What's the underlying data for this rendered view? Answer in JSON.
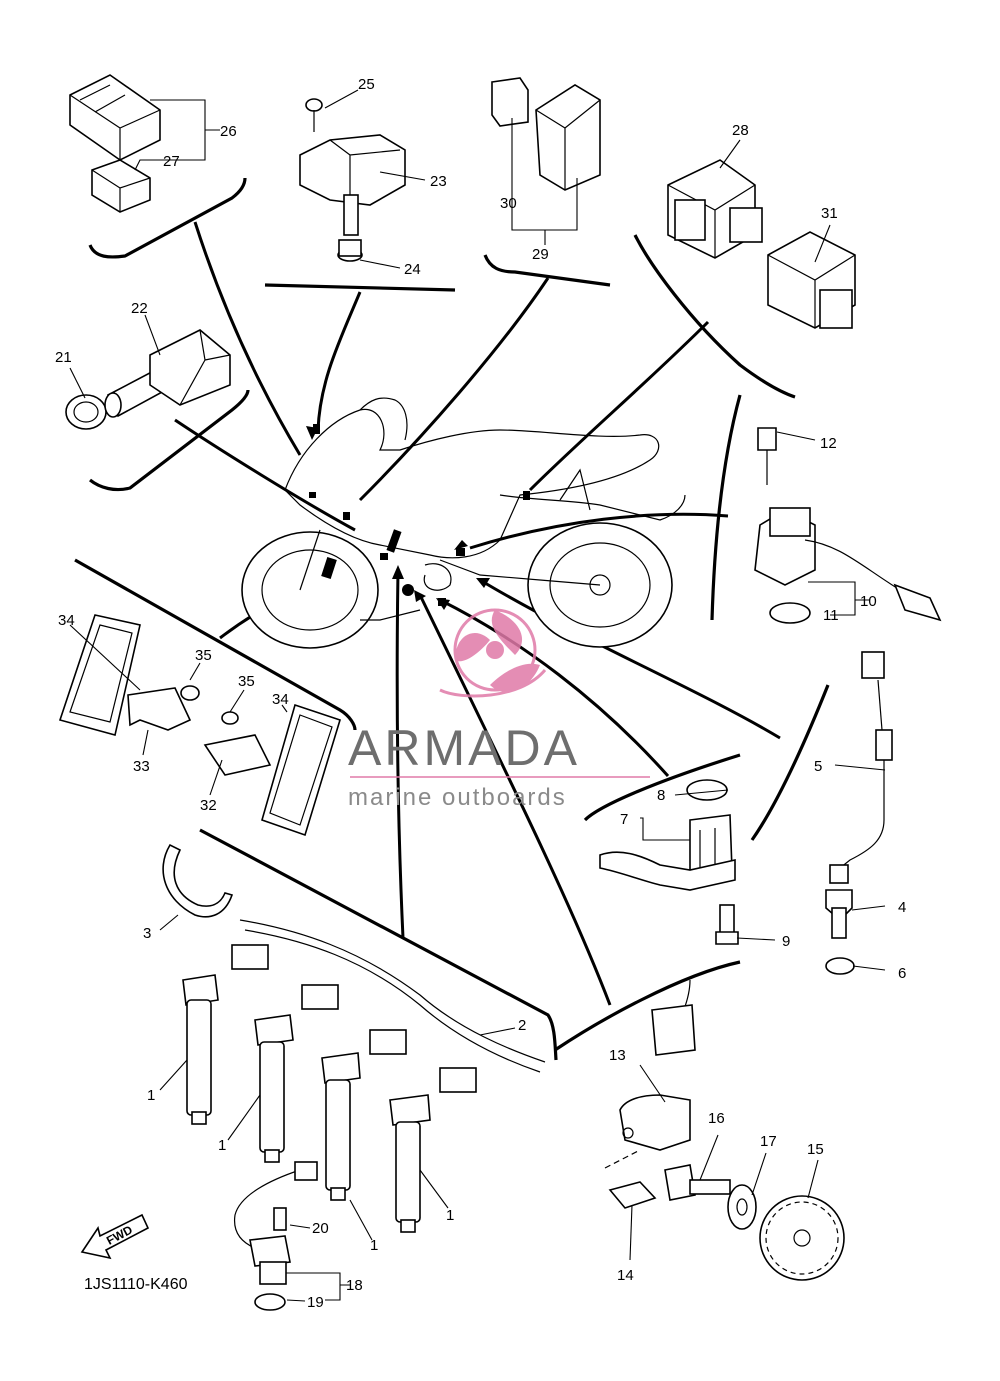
{
  "diagram": {
    "code": "1JS1110-K460",
    "fwd_label": "FWD",
    "callouts": [
      {
        "id": "c1a",
        "text": "1"
      },
      {
        "id": "c1b",
        "text": "1"
      },
      {
        "id": "c1c",
        "text": "1"
      },
      {
        "id": "c1d",
        "text": "1"
      },
      {
        "id": "c2",
        "text": "2"
      },
      {
        "id": "c3",
        "text": "3"
      },
      {
        "id": "c4",
        "text": "4"
      },
      {
        "id": "c5",
        "text": "5"
      },
      {
        "id": "c6",
        "text": "6"
      },
      {
        "id": "c7",
        "text": "7"
      },
      {
        "id": "c8",
        "text": "8"
      },
      {
        "id": "c9",
        "text": "9"
      },
      {
        "id": "c10",
        "text": "10"
      },
      {
        "id": "c11",
        "text": "11"
      },
      {
        "id": "c12",
        "text": "12"
      },
      {
        "id": "c13",
        "text": "13"
      },
      {
        "id": "c14",
        "text": "14"
      },
      {
        "id": "c15",
        "text": "15"
      },
      {
        "id": "c16",
        "text": "16"
      },
      {
        "id": "c17",
        "text": "17"
      },
      {
        "id": "c18",
        "text": "18"
      },
      {
        "id": "c19",
        "text": "19"
      },
      {
        "id": "c20",
        "text": "20"
      },
      {
        "id": "c21",
        "text": "21"
      },
      {
        "id": "c22",
        "text": "22"
      },
      {
        "id": "c23",
        "text": "23"
      },
      {
        "id": "c24",
        "text": "24"
      },
      {
        "id": "c25",
        "text": "25"
      },
      {
        "id": "c26",
        "text": "26"
      },
      {
        "id": "c27",
        "text": "27"
      },
      {
        "id": "c28",
        "text": "28"
      },
      {
        "id": "c29",
        "text": "29"
      },
      {
        "id": "c30",
        "text": "30"
      },
      {
        "id": "c31",
        "text": "31"
      },
      {
        "id": "c32",
        "text": "32"
      },
      {
        "id": "c33",
        "text": "33"
      },
      {
        "id": "c34a",
        "text": "34"
      },
      {
        "id": "c34b",
        "text": "34"
      },
      {
        "id": "c35a",
        "text": "35"
      },
      {
        "id": "c35b",
        "text": "35"
      }
    ]
  },
  "watermark": {
    "brand": "ARMADA",
    "tagline": "marine outboards",
    "logo_color": "#e07aa8",
    "text_color": "#6e6e6e"
  }
}
